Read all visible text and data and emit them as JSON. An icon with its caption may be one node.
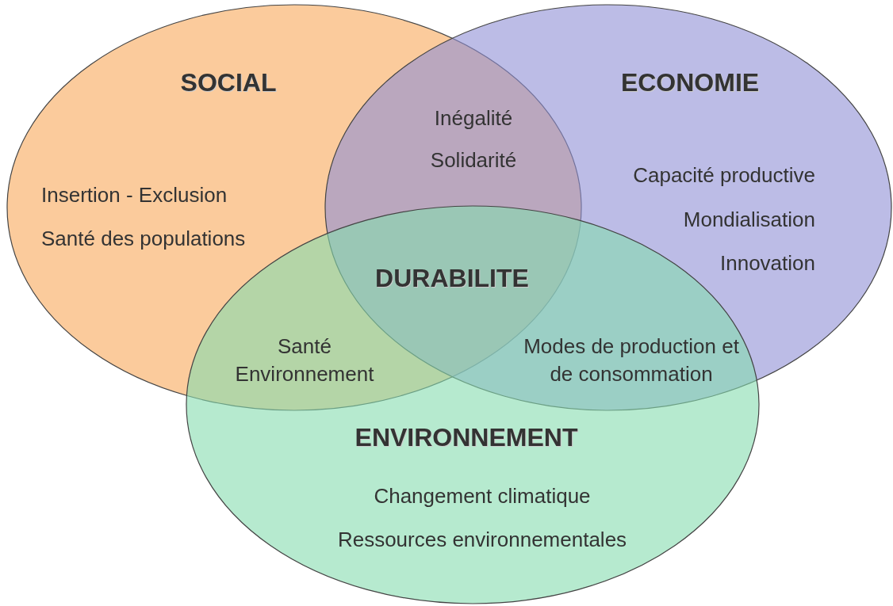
{
  "diagram": {
    "nodes": [
      {
        "text": [
          "SOCIAL",
          "Insertion - Exclusion",
          "Santé des populations"
        ]
      },
      {
        "text": [
          "ECONOMIE",
          "Capacité productive",
          "Mondialisation",
          "Innovation"
        ]
      },
      {
        "text": [
          "ENVIRONNEMENT",
          "Changement climatique",
          "Ressources environnementales"
        ]
      }
    ],
    "labels": [
      "Inégalité",
      "Solidarité",
      "DURABILITE",
      "Santé Environnement",
      "Modes de production et de consommation"
    ]
  }
}
